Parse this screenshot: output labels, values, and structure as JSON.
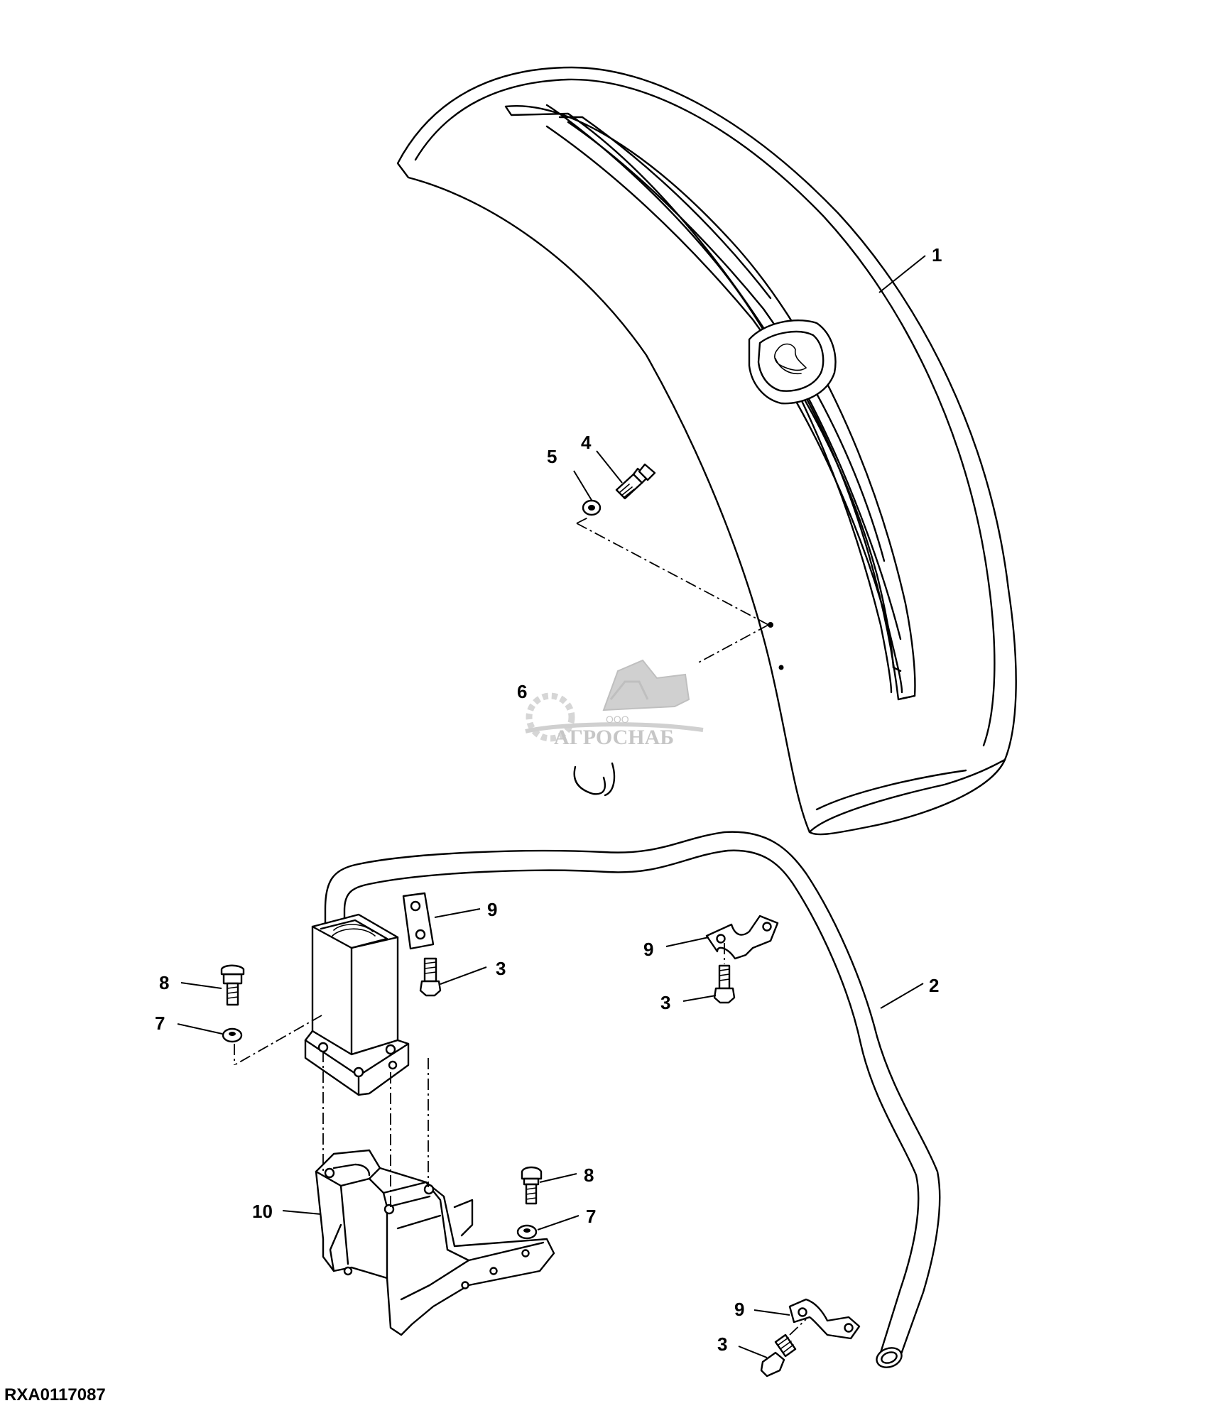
{
  "diagram": {
    "figure_id": "RXA0117087",
    "watermark": {
      "small_text": "ООО",
      "brand_text": "АГРОСНАБ"
    },
    "callouts": [
      "1",
      "2",
      "3",
      "3",
      "3",
      "4",
      "5",
      "6",
      "7",
      "7",
      "8",
      "8",
      "9",
      "9",
      "9",
      "10"
    ]
  }
}
